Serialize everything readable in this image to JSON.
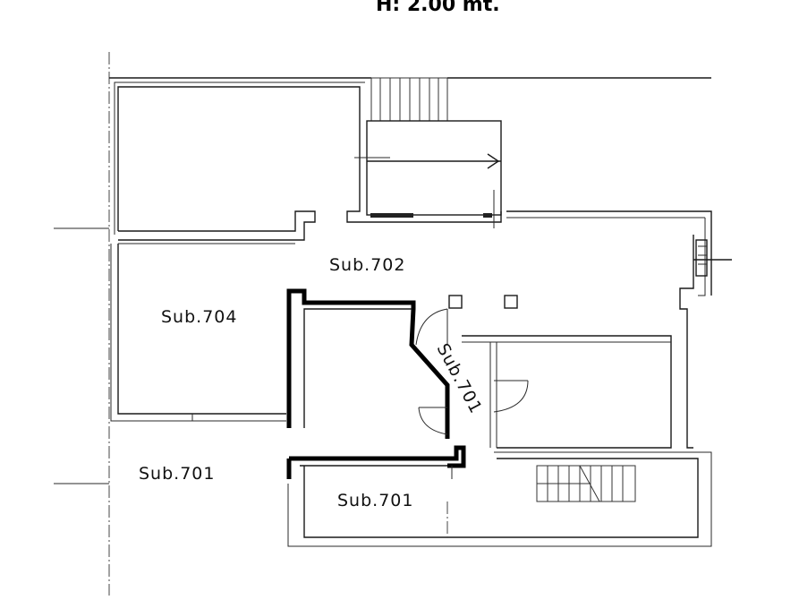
{
  "header": {
    "height_label": "H:  2.00  mt."
  },
  "rooms": {
    "sub_702": "Sub.702",
    "sub_704": "Sub.704",
    "sub_701_left": "Sub.701",
    "sub_701_bottom": "Sub.701",
    "sub_701_diag": "Sub.701"
  },
  "colors": {
    "ink": "#000000",
    "paper": "#ffffff"
  }
}
